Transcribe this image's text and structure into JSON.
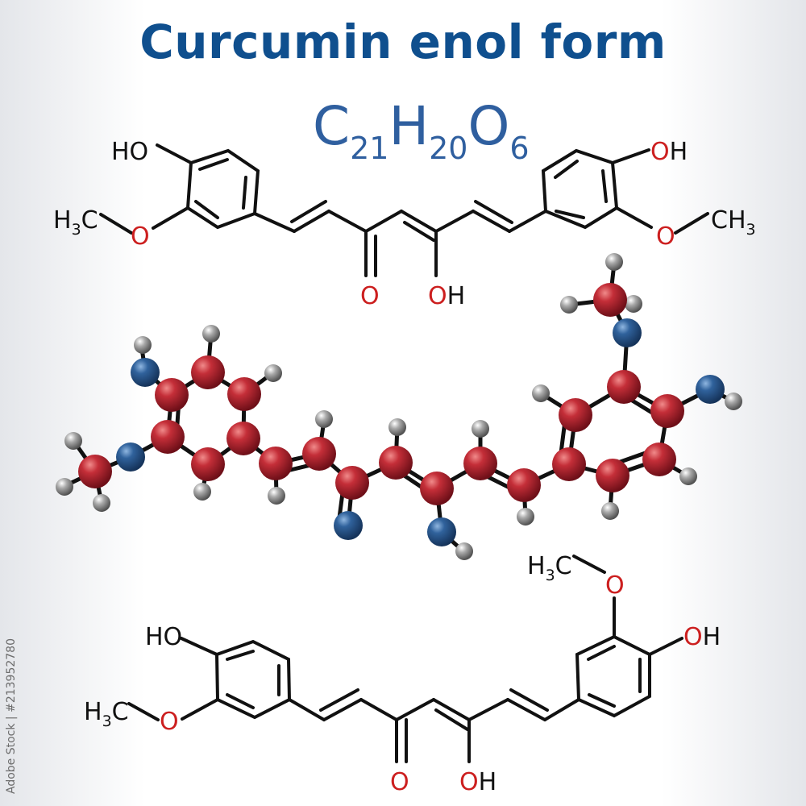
{
  "title": "Curcumin enol form",
  "formula": {
    "C": "C",
    "c_count": "21",
    "H": "H",
    "h_count": "20",
    "O": "O",
    "o_count": "6"
  },
  "labels": {
    "ho": "HO",
    "oh": "OH",
    "o": "O",
    "h3c": "H",
    "three": "3",
    "c": "C",
    "ch": "CH"
  },
  "stock_id": "Adobe Stock | #213952780",
  "colors": {
    "title": "#0f4f8e",
    "formula": "#2f5f9f",
    "oxygen_label": "#cc1f1f",
    "carbon_atom": "#b3232e",
    "oxygen_atom": "#2d5f96",
    "hydrogen_atom": "#9a9a9a"
  }
}
